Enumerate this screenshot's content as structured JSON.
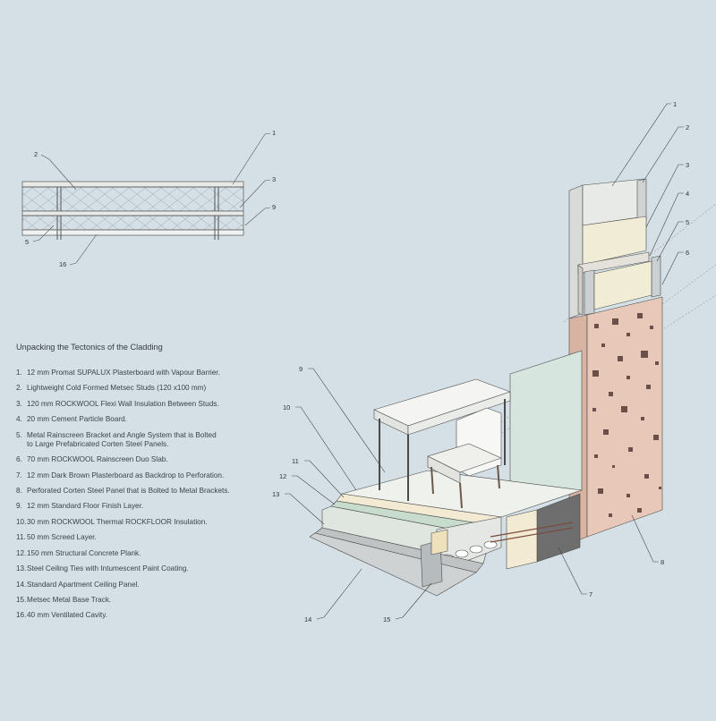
{
  "legend": {
    "title": "Unpacking the Tectonics of the Cladding",
    "items": [
      {
        "num": "1.",
        "text": "12 mm Promat SUPALUX Plasterboard with Vapour Barrier."
      },
      {
        "num": "2.",
        "text": "Lightweight Cold Formed Metsec Studs (120 x100 mm)"
      },
      {
        "num": "3.",
        "text": "120 mm  ROCKWOOL Flexi  Wall Insulation Between Studs."
      },
      {
        "num": "4.",
        "text": "20 mm  Cement Particle Board."
      },
      {
        "num": "5.",
        "text": "Metal Rainscreen Bracket and Angle System that is Bolted\nto Large Prefabricated Corten Steel Panels."
      },
      {
        "num": "6.",
        "text": "70 mm  ROCKWOOL Rainscreen Duo Slab."
      },
      {
        "num": "7.",
        "text": "12 mm Dark Brown Plasterboard as Backdrop to Perforation."
      },
      {
        "num": "8.",
        "text": "Perforated Corten Steel Panel that is Bolted to Metal Brackets."
      },
      {
        "num": "9.",
        "text": "12 mm Standard Floor Finish Layer."
      },
      {
        "num": "10.",
        "text": "30 mm ROCKWOOL Thermal ROCKFLOOR Insulation."
      },
      {
        "num": "11.",
        "text": "50 mm Screed Layer."
      },
      {
        "num": "12.",
        "text": "150 mm Structural Concrete Plank."
      },
      {
        "num": "13.",
        "text": "Steel Ceiling Ties with Intumescent Paint Coating."
      },
      {
        "num": "14.",
        "text": "Standard Apartment Ceiling Panel."
      },
      {
        "num": "15.",
        "text": "Metsec Metal Base Track."
      },
      {
        "num": "16.",
        "text": "40 mm Ventilated Cavity."
      }
    ]
  },
  "section_callouts": [
    "2",
    "1",
    "3",
    "9",
    "5",
    "16"
  ],
  "axo_callouts": [
    "1",
    "2",
    "3",
    "4",
    "5",
    "6",
    "7",
    "8",
    "9",
    "10",
    "11",
    "12",
    "13",
    "14",
    "15"
  ],
  "colors": {
    "background": "#d4e0e6",
    "corten": "#e8c8b8",
    "insulation": "#f1ecd6",
    "plasterboard": "#e8eae8",
    "glass": "#d6e6de",
    "dark_board": "#6e6e6e",
    "floor_green": "#c8dccd",
    "floor_insulation": "#f2ead2"
  }
}
